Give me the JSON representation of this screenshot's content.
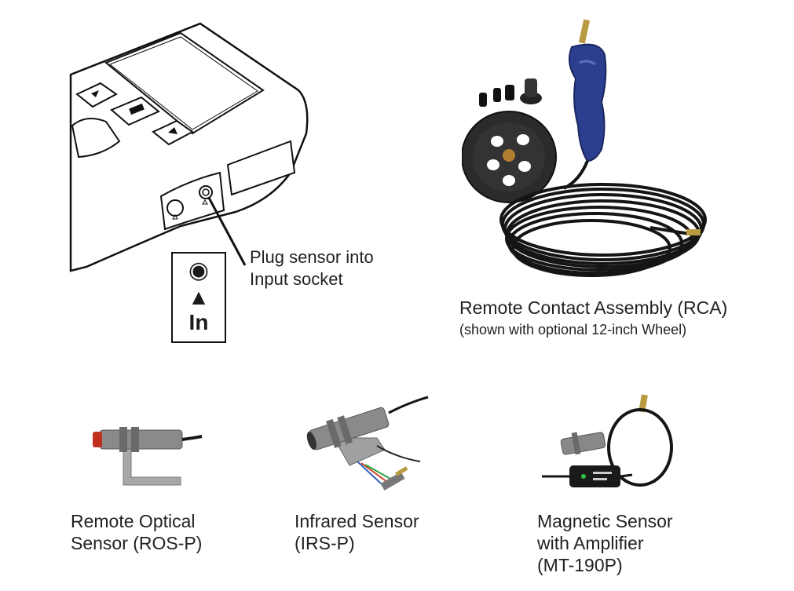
{
  "meter": {
    "callout": "Plug sensor into\nInput socket",
    "legend": {
      "symbol_circle": "◉",
      "symbol_triangle": "▲",
      "label": "In"
    }
  },
  "products": {
    "rca": {
      "title": "Remote Contact Assembly (RCA)",
      "subtitle": "(shown with optional 12-inch Wheel)"
    },
    "ros": {
      "caption": "Remote Optical\nSensor (ROS-P)"
    },
    "irs": {
      "caption": "Infrared Sensor\n(IRS-P)"
    },
    "mt": {
      "caption": "Magnetic Sensor\nwith Amplifier\n(MT-190P)"
    }
  },
  "colors": {
    "handle": "#2c3f8f",
    "wheel": "#2b2b2b",
    "metal": "#9a9a9a",
    "lens_red": "#c0301f",
    "cable": "#151515"
  }
}
